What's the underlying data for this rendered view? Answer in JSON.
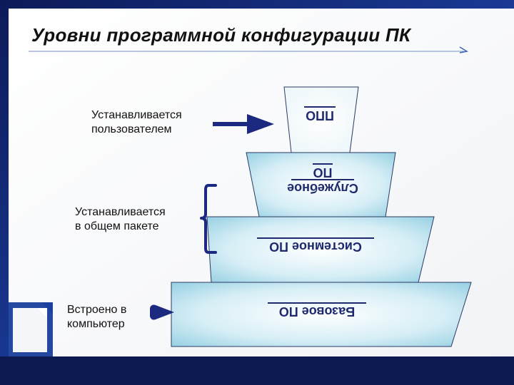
{
  "slide": {
    "title": "Уровни программной конфигурации ПК"
  },
  "labels": {
    "user_installed": [
      "Устанавливается",
      "пользователем"
    ],
    "package_installed": [
      "Устанавливается",
      "в общем пакете"
    ],
    "built_in": [
      "Встроено в",
      "компьютер"
    ]
  },
  "pyramid": {
    "levels": [
      {
        "id": "app",
        "lines": [
          "ППО"
        ]
      },
      {
        "id": "service",
        "lines": [
          "Служебное",
          "ПО"
        ]
      },
      {
        "id": "system",
        "lines": [
          "Системное ПО"
        ]
      },
      {
        "id": "base",
        "lines": [
          "Базовое ПО"
        ]
      }
    ]
  },
  "colors": {
    "accent_blue": "#1b2a80",
    "frame_dark": "#0d1a52",
    "level_fill": "#b9e2ef",
    "level_text": "#1f2a6e"
  }
}
